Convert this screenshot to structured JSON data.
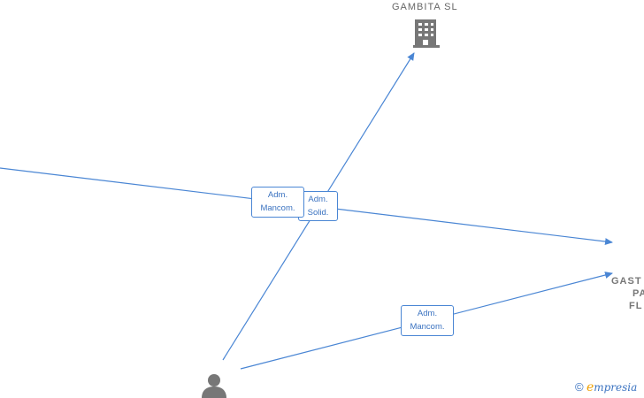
{
  "nodes": {
    "company_top": "GAMBITA SL",
    "company_right": [
      "GAST",
      "PA",
      "FL"
    ]
  },
  "edges": {
    "label_1": [
      "Adm.",
      "Mancom."
    ],
    "label_2": [
      "Adm.",
      "Solid."
    ],
    "label_3": [
      "Adm.",
      "Mancom."
    ]
  },
  "watermark": {
    "copyright": "©",
    "e_letter": "e",
    "brand": "mpresia"
  },
  "colors": {
    "edge": "#4a86d4",
    "icon": "#777777",
    "brand_accent": "#f0a000"
  }
}
